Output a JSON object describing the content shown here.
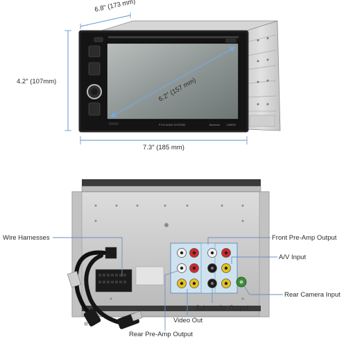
{
  "dimensions": {
    "depth": "6.8″ (173 mm)",
    "height": "4.2″ (107mm)",
    "width": "7.3″ (185 mm)",
    "diagonal": "6.2″ (157 mm)"
  },
  "callouts": {
    "wire_harnesses": "Wire Harnesses",
    "front_preamp": "Front Pre-Amp Output",
    "av_input": "A/V Input",
    "rear_camera": "Rear Camera Input",
    "subwoofer": "Subwoofer Output",
    "video_out": "Video Out",
    "rear_preamp": "Rear Pre-Amp Output"
  },
  "front_panel_text": {
    "brand": "PYLE AUDIO SYSTEMS",
    "bluetooth": "Bluetooth",
    "usb": "USB/SD"
  },
  "colors": {
    "dimension_line": "#7aa6d6",
    "callout_line": "#6a8fbf",
    "rca_red": "#d1262a",
    "rca_white": "#f2f2f2",
    "rca_yellow": "#e8c21c",
    "rca_black": "#1a1a1a",
    "screen": "#8f9796"
  }
}
